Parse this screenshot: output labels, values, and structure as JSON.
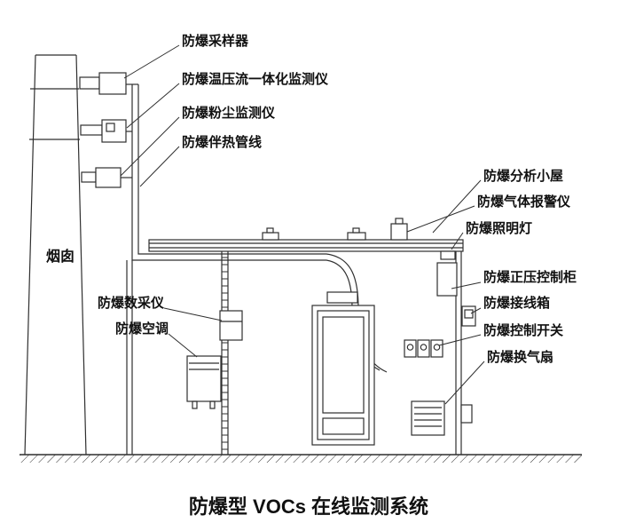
{
  "title": "防爆型 VOCs 在线监测系统",
  "colors": {
    "line": "#2f2f2f",
    "text": "#111111",
    "background": "#ffffff"
  },
  "labels": {
    "chimney": "烟囱",
    "sampler": "防爆采样器",
    "temp_pressure_flow_monitor": "防爆温压流一体化监测仪",
    "dust_monitor": "防爆粉尘监测仪",
    "heat_traced_line": "防爆伴热管线",
    "data_acquisition": "防爆数采仪",
    "air_conditioner": "防爆空调",
    "analysis_shelter": "防爆分析小屋",
    "gas_alarm": "防爆气体报警仪",
    "explosion_proof_light": "防爆照明灯",
    "positive_pressure_cabinet": "防爆正压控制柜",
    "junction_box": "防爆接线箱",
    "control_switch": "防爆控制开关",
    "ventilation_fan": "防爆换气扇"
  }
}
